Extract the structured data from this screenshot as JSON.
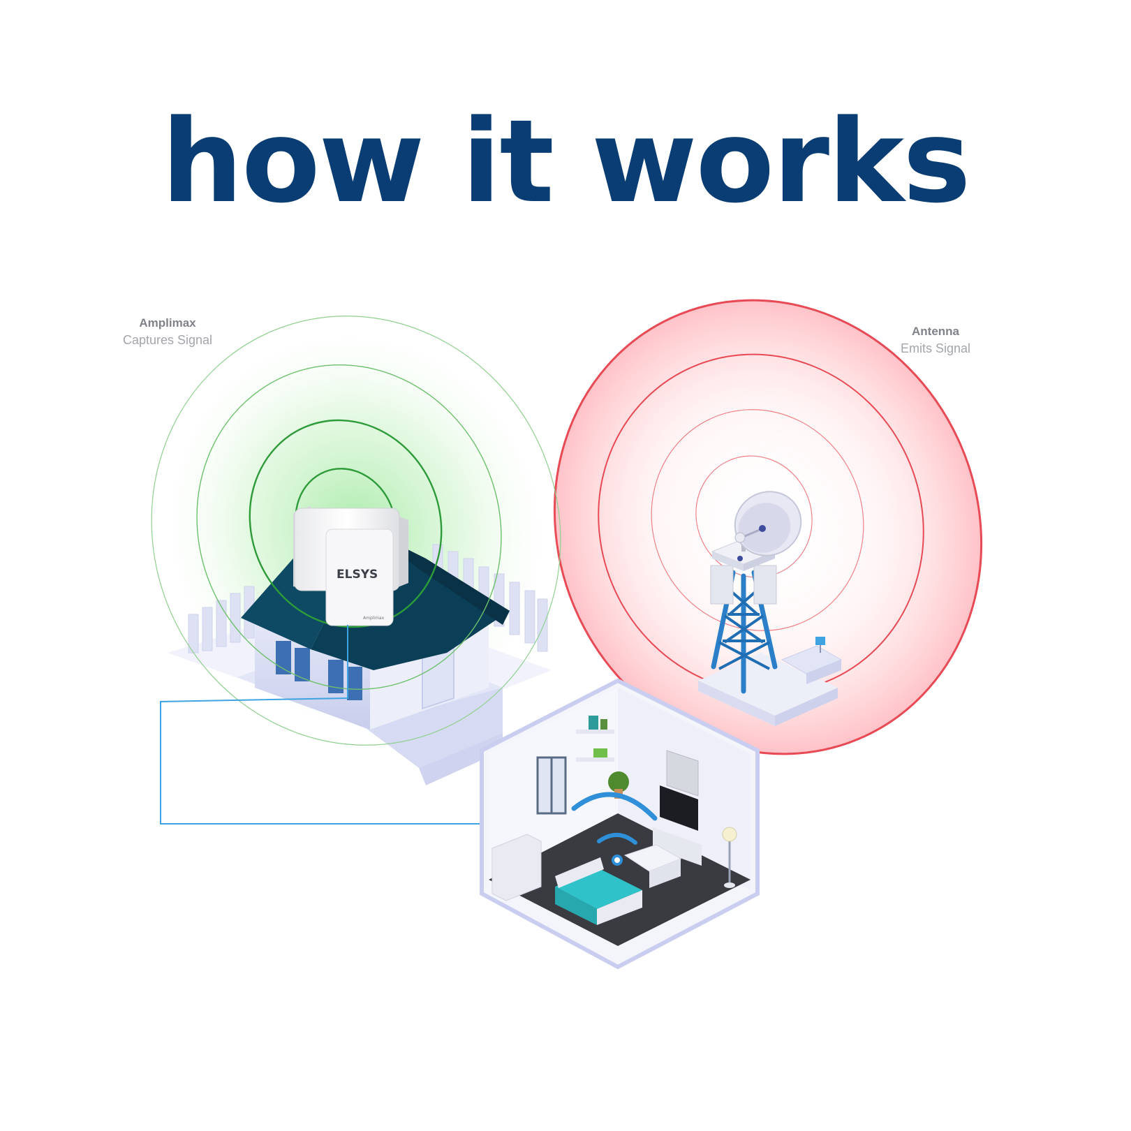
{
  "title": "how it works",
  "labels": {
    "amplimax": {
      "name": "Amplimax",
      "caption": "Captures Signal"
    },
    "antenna": {
      "name": "Antenna",
      "caption": "Emits Signal"
    }
  },
  "device": {
    "brand": "ELSYS",
    "model": "Amplimax"
  },
  "colors": {
    "title": "#0a3d73",
    "receive_signal": "#2e9b3a",
    "emit_signal": "#e84a55",
    "cable": "#3ea3e0",
    "roof": "#0e4a64",
    "tower": "#2a7fc8"
  },
  "icons": [
    "satellite-dish-icon",
    "wifi-icon"
  ]
}
